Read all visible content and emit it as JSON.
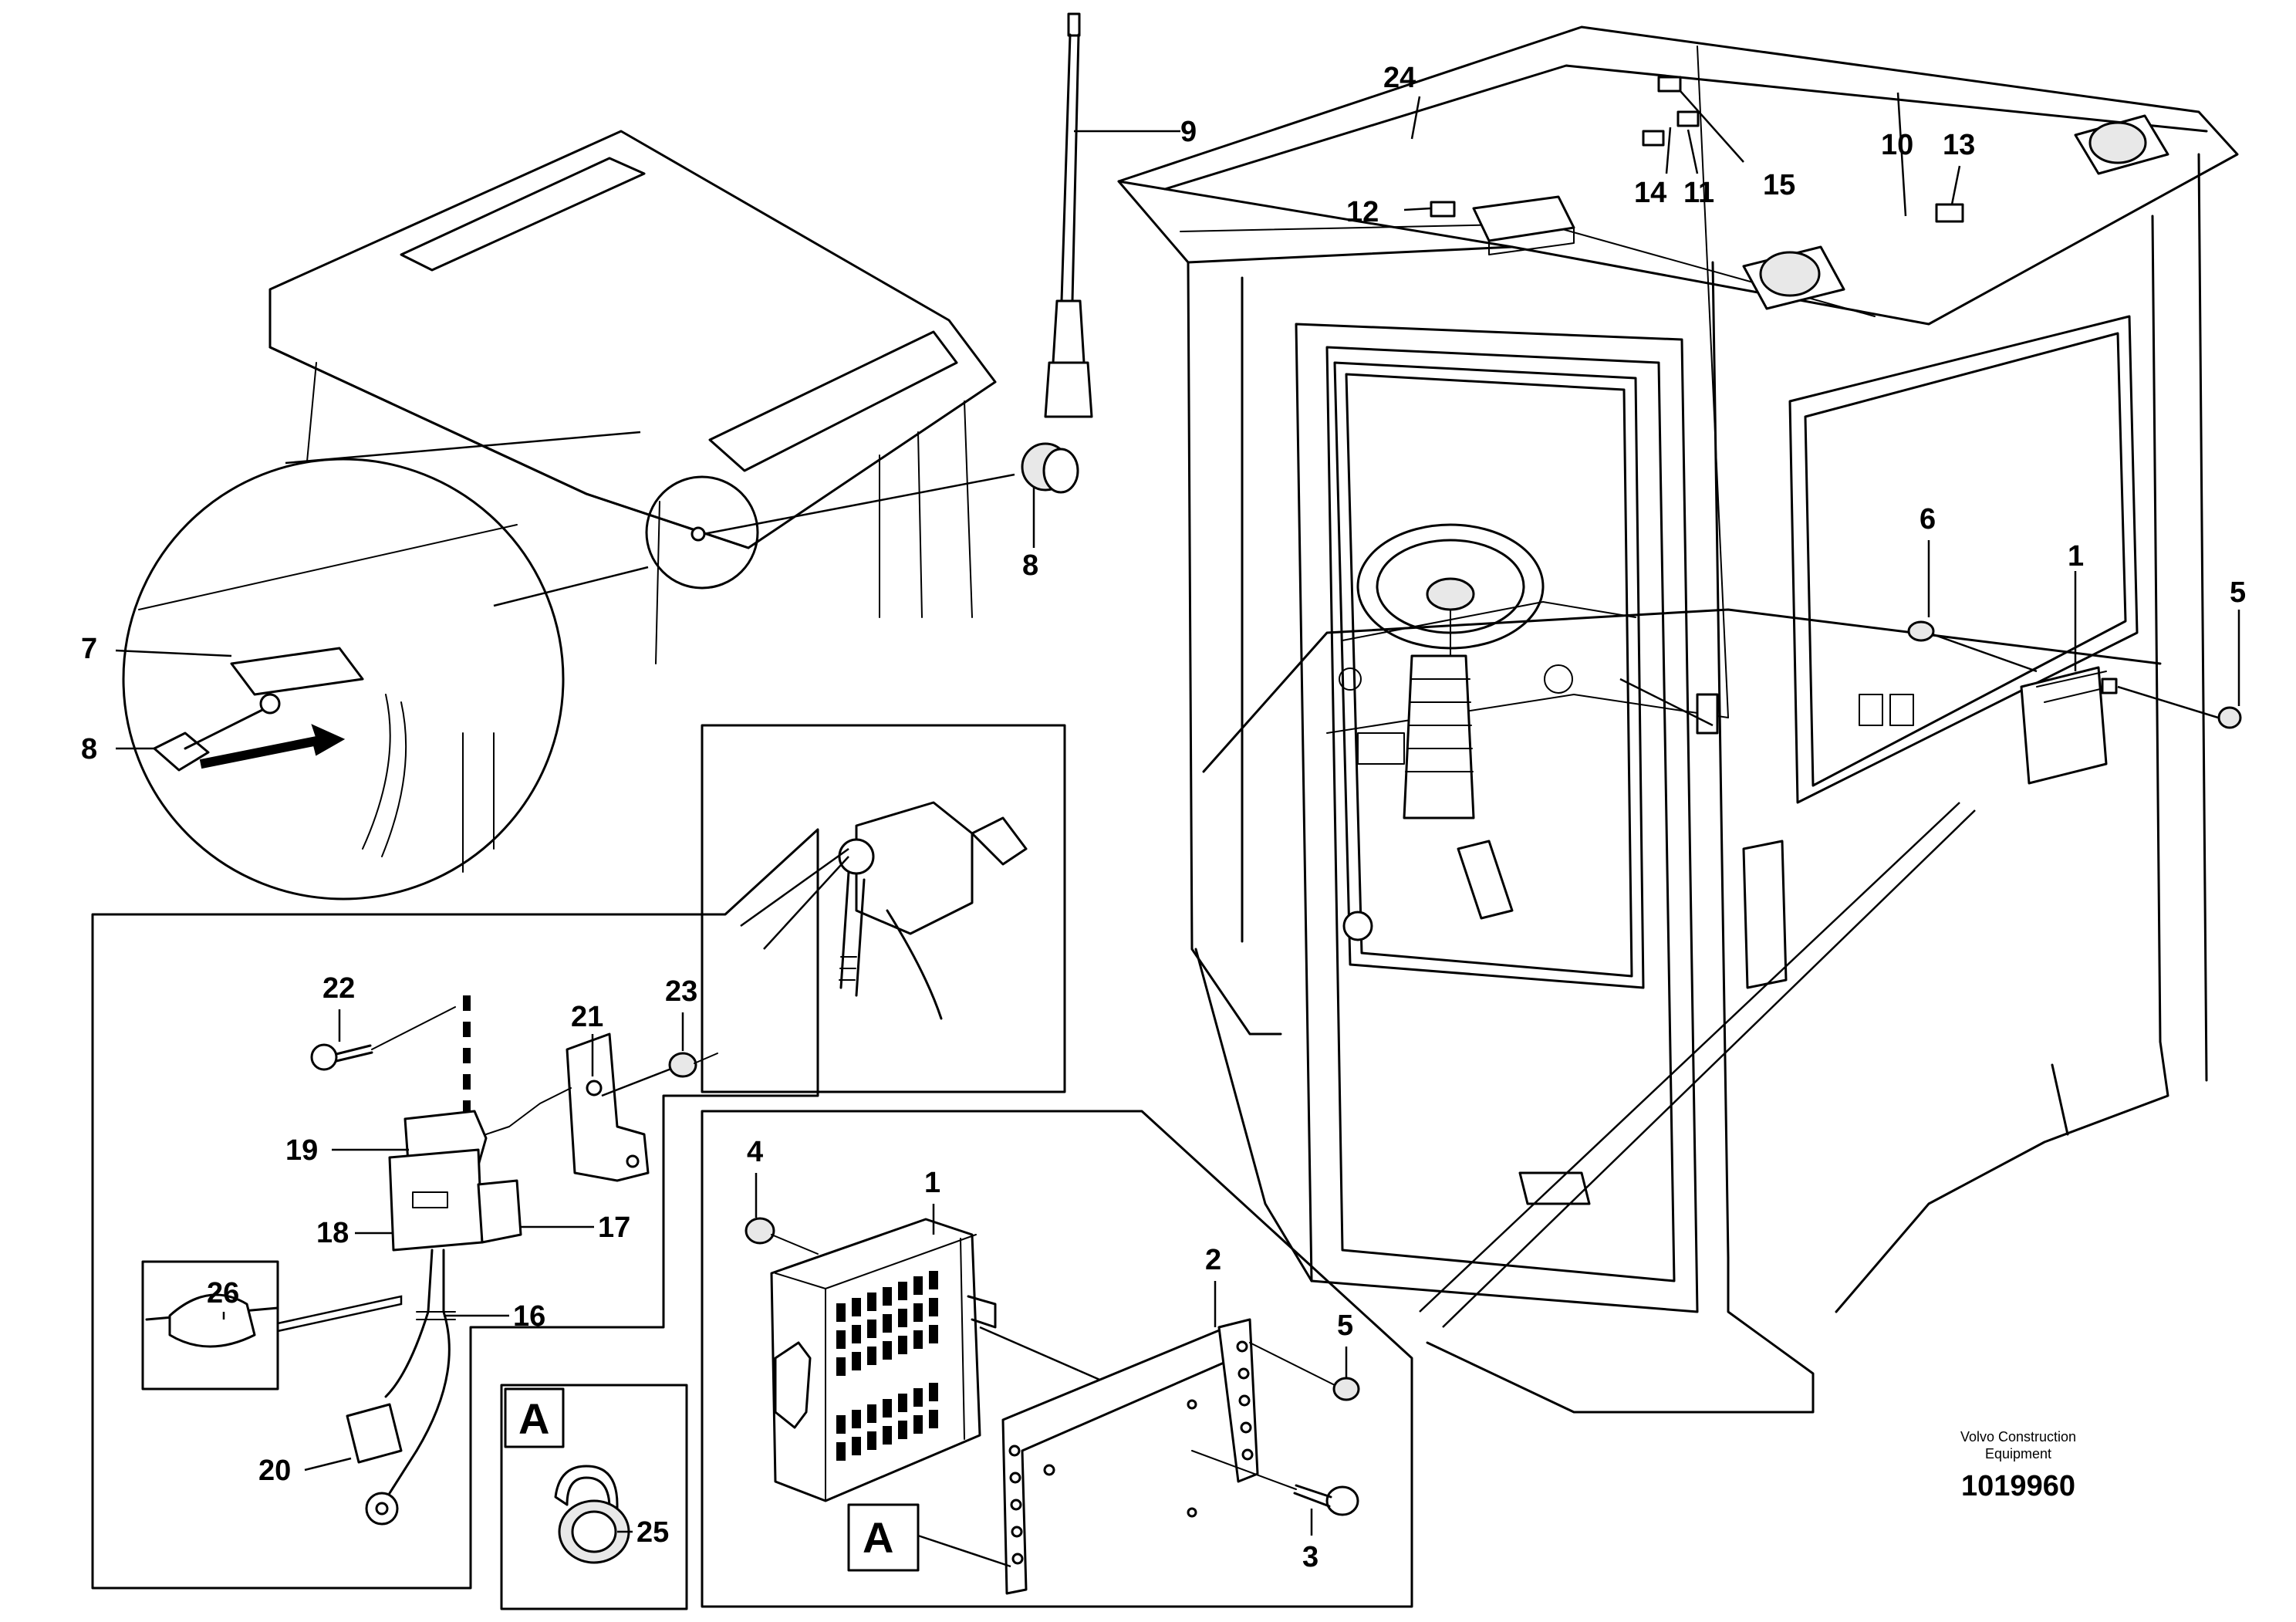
{
  "brand": {
    "line1": "Volvo Construction",
    "line2": "Equipment"
  },
  "document_number": "1019960",
  "callouts": [
    "1",
    "2",
    "3",
    "4",
    "5",
    "6",
    "7",
    "8",
    "9",
    "10",
    "11",
    "12",
    "13",
    "14",
    "15",
    "16",
    "17",
    "18",
    "19",
    "20",
    "21",
    "22",
    "23",
    "24",
    "25",
    "26"
  ],
  "detail_marker": "A"
}
